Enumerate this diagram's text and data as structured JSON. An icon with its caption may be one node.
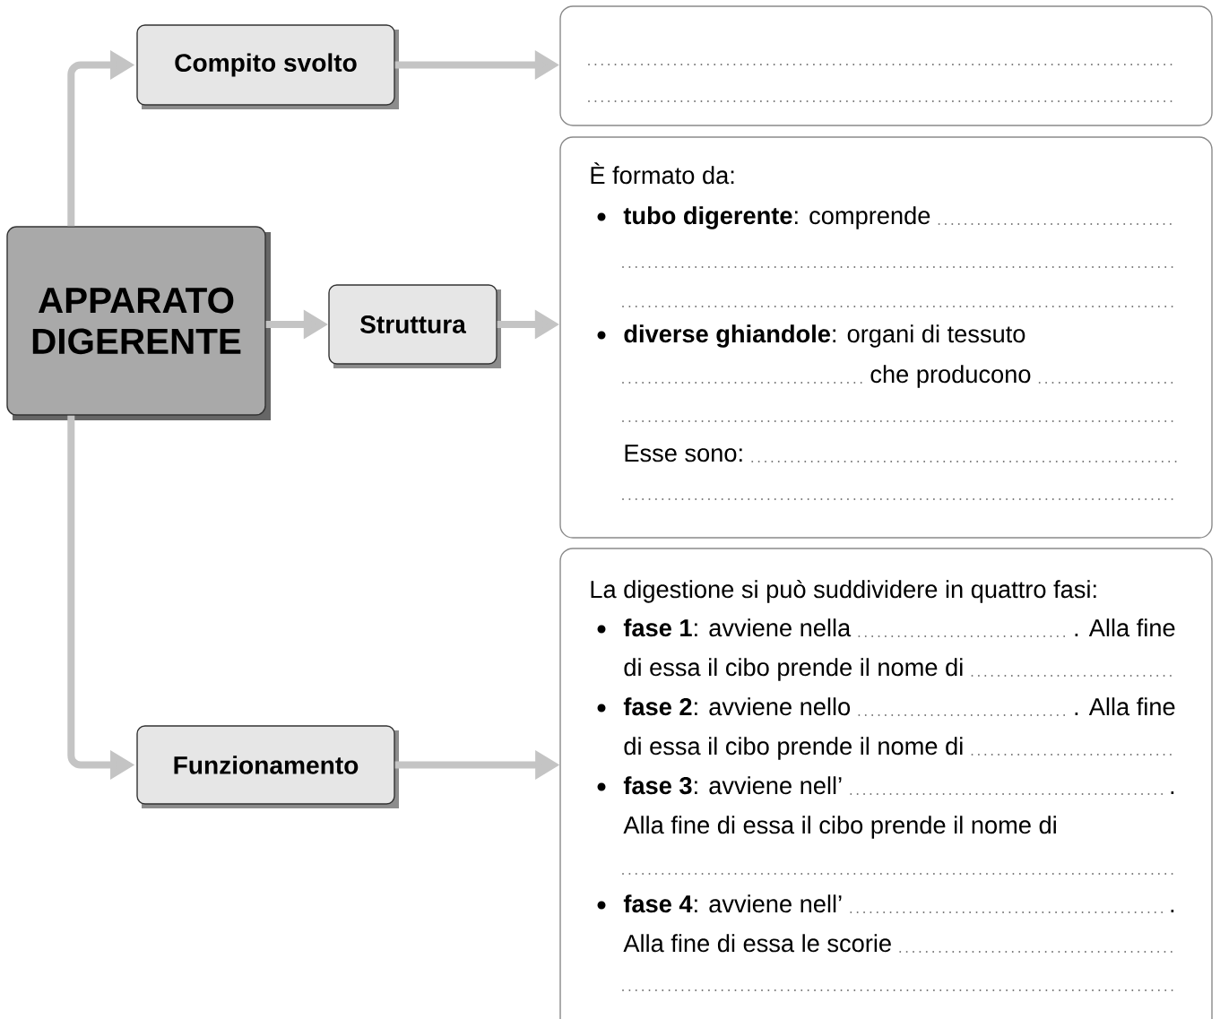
{
  "diagram": {
    "nodes": [
      {
        "text": [
          "APPARATO DIGERENTE"
        ]
      },
      {
        "text": [
          "Compito svolto"
        ]
      },
      {
        "text": [
          "Struttura"
        ]
      },
      {
        "text": [
          "Funzionamento"
        ]
      },
      {
        "text": [],
        "shape": "box"
      },
      {
        "text": [
          "È formato da:",
          "**tubo digerente**: comprende",
          "**diverse ghiandole**: organi di tessuto",
          "che producono",
          "Esse sono:"
        ]
      },
      {
        "text": [
          "La digestione si può suddividere in quattro fasi:",
          "**fase 1**: avviene nella",
          ". Alla fine",
          "di essa il cibo prende il nome di",
          "**fase 2**: avviene nello",
          ". Alla fine",
          "di essa il cibo prende il nome di",
          "**fase 3**: avviene nell’",
          ".",
          "Alla fine di essa il cibo prende il nome di",
          "**fase 4**: avviene nell’",
          ".",
          "Alla fine di essa le scorie"
        ]
      }
    ],
    "edges": [
      {
        "from": 0,
        "to": 1,
        "arrow": "to"
      },
      {
        "from": 0,
        "to": 2,
        "arrow": "to"
      },
      {
        "from": 0,
        "to": 3,
        "arrow": "to"
      },
      {
        "from": 1,
        "to": 4,
        "arrow": "to"
      },
      {
        "from": 2,
        "to": 5,
        "arrow": "to"
      },
      {
        "from": 3,
        "to": 6,
        "arrow": "to"
      }
    ]
  }
}
